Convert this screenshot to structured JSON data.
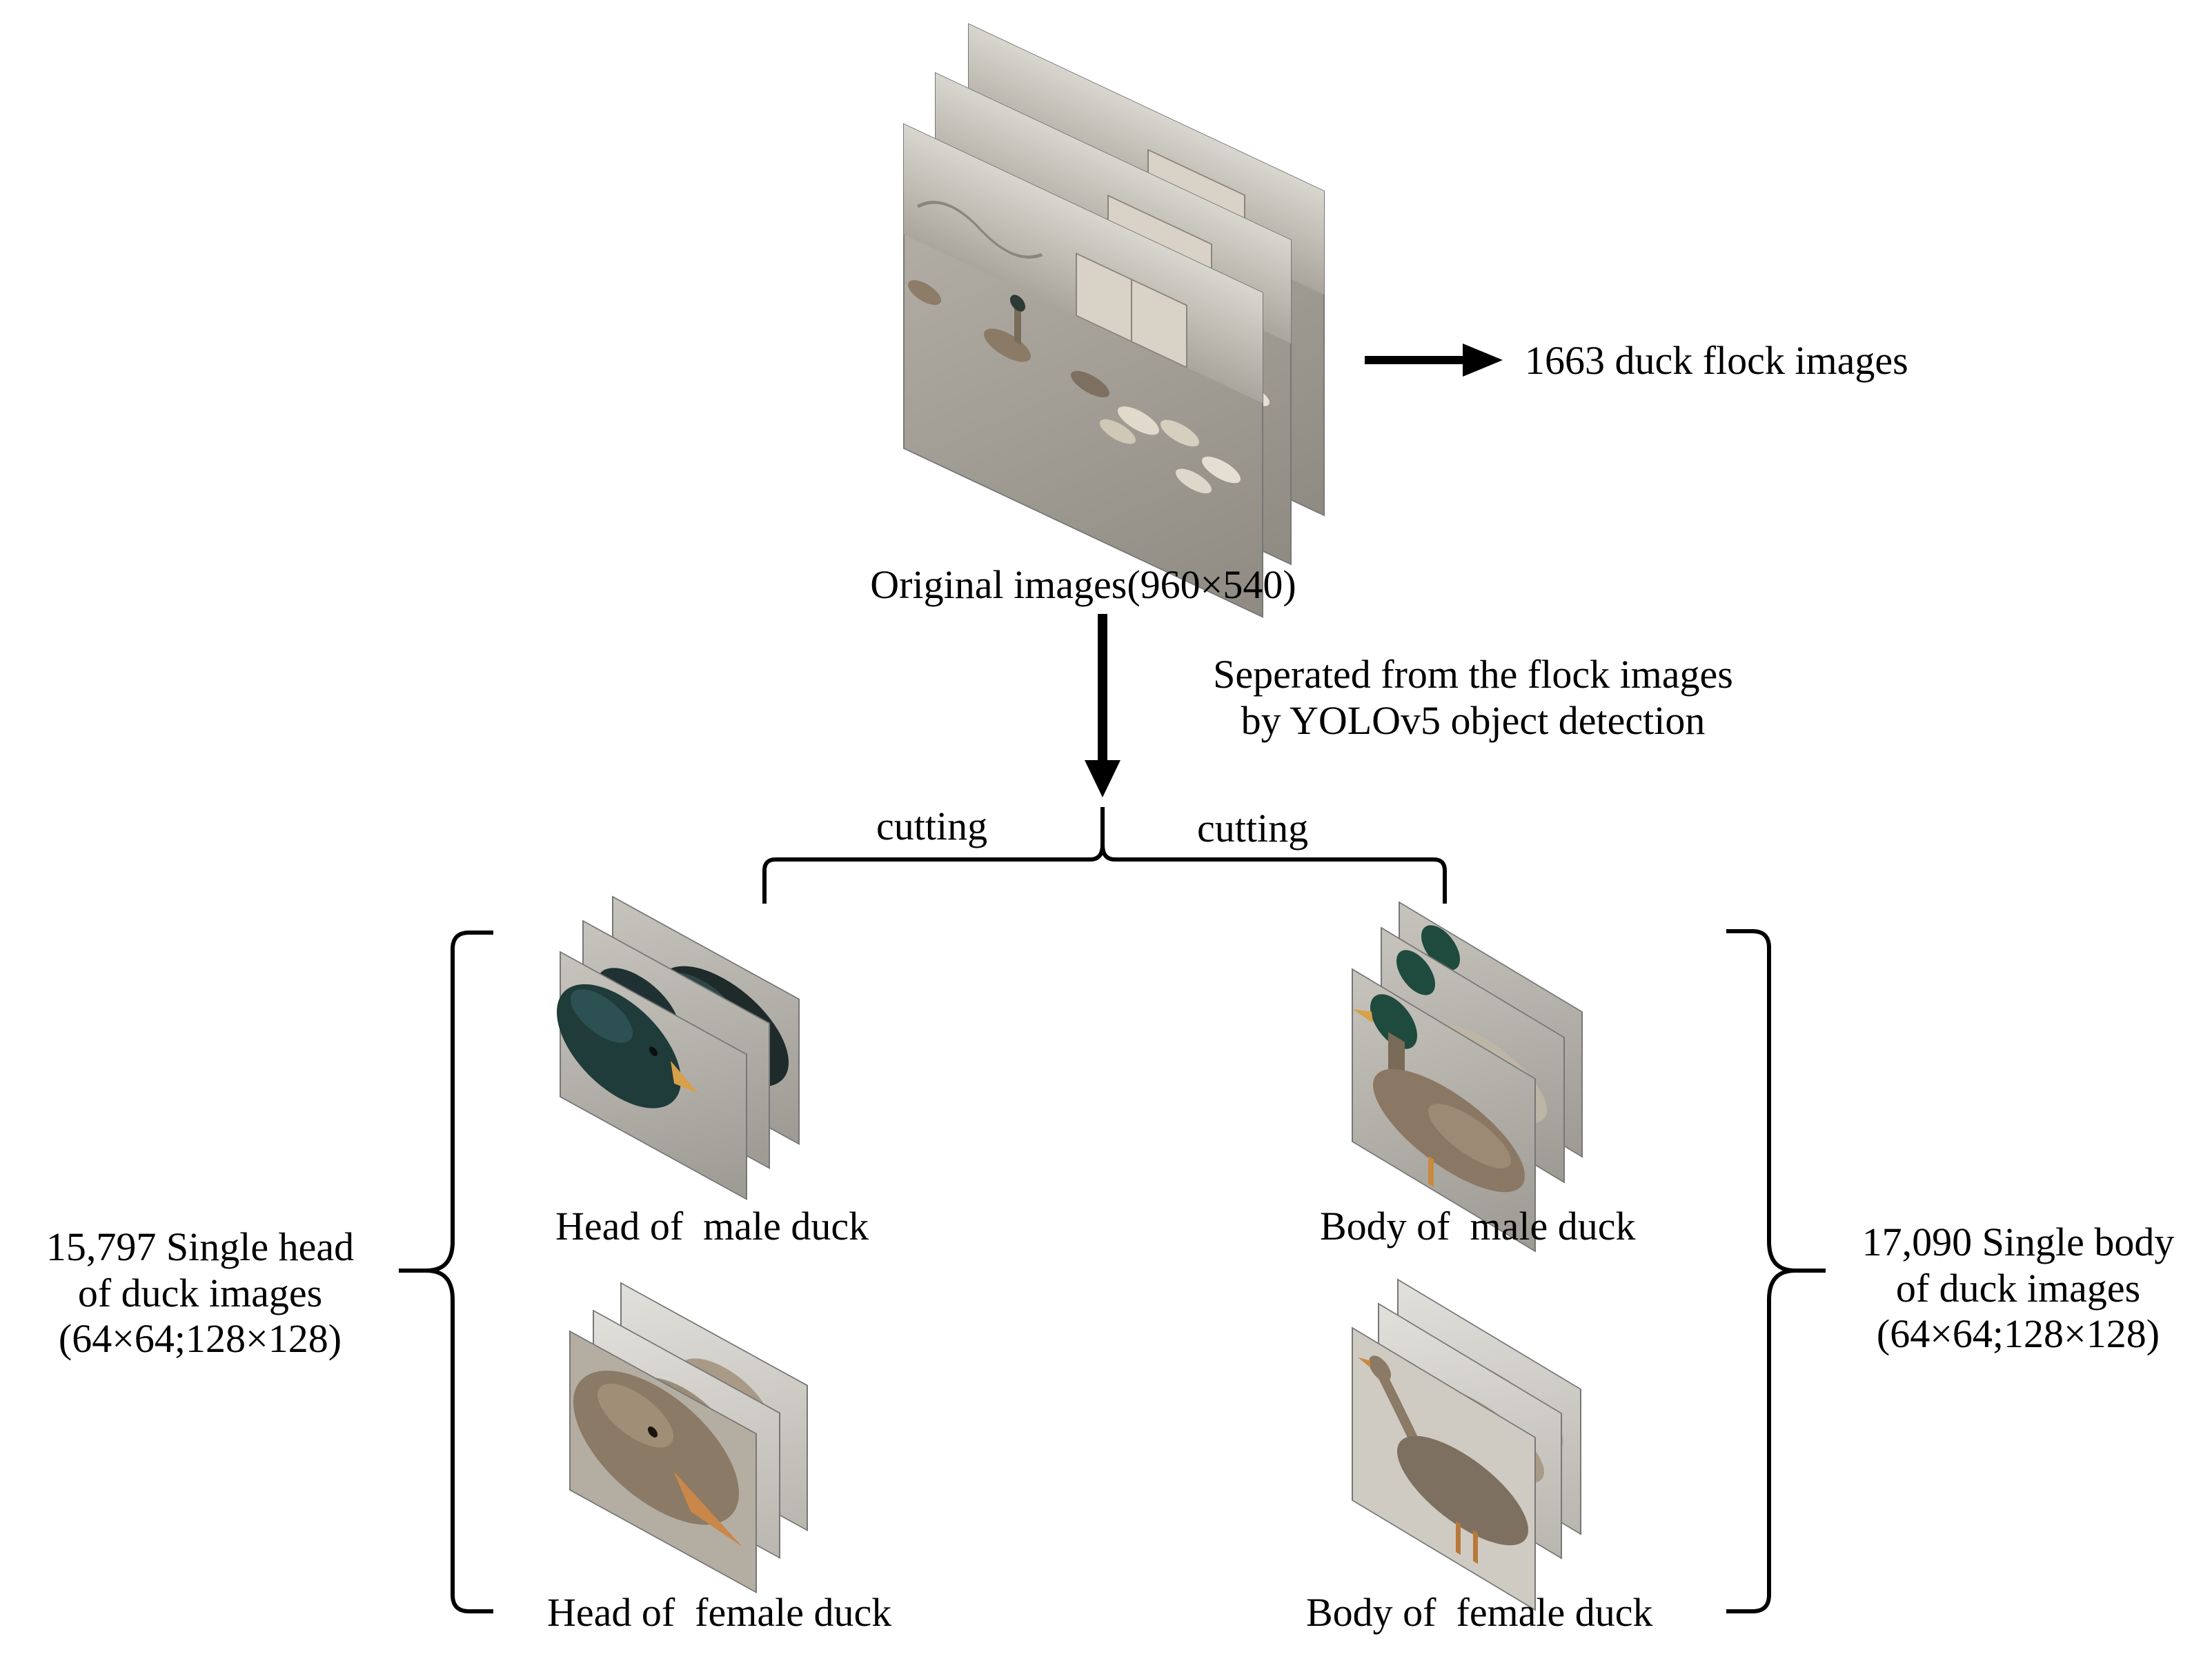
{
  "diagram": {
    "original": {
      "caption": "Original images(960×540)",
      "count_label": "1663 duck flock images",
      "image_icon": "duck-flock-photo-stack"
    },
    "separation_note": {
      "line1": "Seperated from the flock images",
      "line2": "by YOLOv5 object detection"
    },
    "branches": {
      "left_label": "cutting",
      "right_label": "cutting"
    },
    "head_group": {
      "summary_line1": "15,797 Single head",
      "summary_line2": "of duck images",
      "summary_line3": "(64×64;128×128)",
      "male_label": "Head of  male duck",
      "female_label": "Head of  female duck",
      "male_icon": "male-duck-head-photo-stack",
      "female_icon": "female-duck-head-photo-stack"
    },
    "body_group": {
      "summary_line1": "17,090 Single body",
      "summary_line2": "of duck images",
      "summary_line3": "(64×64;128×128)",
      "male_label": "Body of  male duck",
      "female_label": "Body of  female duck",
      "male_icon": "male-duck-body-photo-stack",
      "female_icon": "female-duck-body-photo-stack"
    },
    "colors": {
      "ink": "#000000",
      "pavement": "#a9a59d",
      "wall": "#c9c5bc",
      "drake_head": "#1f3b3a",
      "hen_feather": "#8a7a66",
      "bill": "#d8a04a"
    }
  }
}
